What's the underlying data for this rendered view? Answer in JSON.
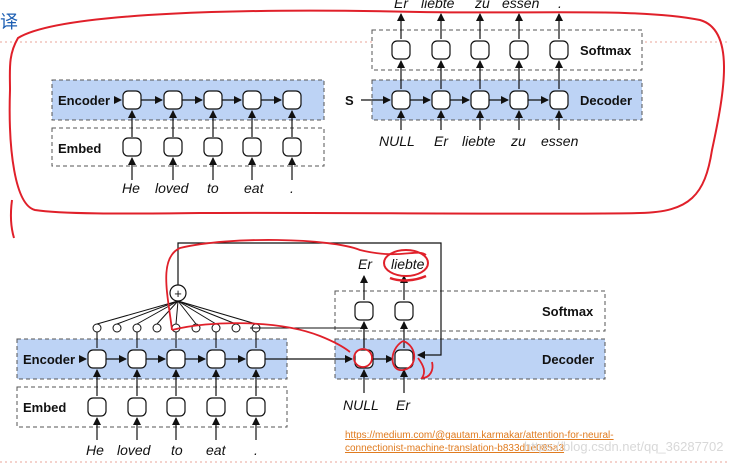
{
  "side_glyph": "译",
  "top_diagram": {
    "encoder_label": "Encoder",
    "embed_label": "Embed",
    "decoder_label": "Decoder",
    "softmax_label": "Softmax",
    "state_label": "S",
    "input_words": [
      "He",
      "loved",
      "to",
      "eat",
      "."
    ],
    "decoder_inputs": [
      "NULL",
      "Er",
      "liebte",
      "zu",
      "essen"
    ],
    "output_words": [
      "Er",
      "liebte",
      "zu",
      "essen",
      "."
    ]
  },
  "bottom_diagram": {
    "encoder_label": "Encoder",
    "embed_label": "Embed",
    "decoder_label": "Decoder",
    "softmax_label": "Softmax",
    "sum_symbol": "+",
    "input_words": [
      "He",
      "loved",
      "to",
      "eat",
      "."
    ],
    "decoder_inputs": [
      "NULL",
      "Er"
    ],
    "output_words": [
      "Er",
      "liebte"
    ]
  },
  "source_link": {
    "line1": "https://medium.com/@gautam.karmakar/attention-for-neural-",
    "line2": "connectionist-machine-translation-b833d1e085a3"
  },
  "watermark": "https://blog.csdn.net/qq_36287702",
  "colors": {
    "encoder_fill": "#bdd3f5",
    "annotation_red": "#e0202a",
    "link_orange": "#e07b1f",
    "dotted_line": "#e9a59a"
  }
}
